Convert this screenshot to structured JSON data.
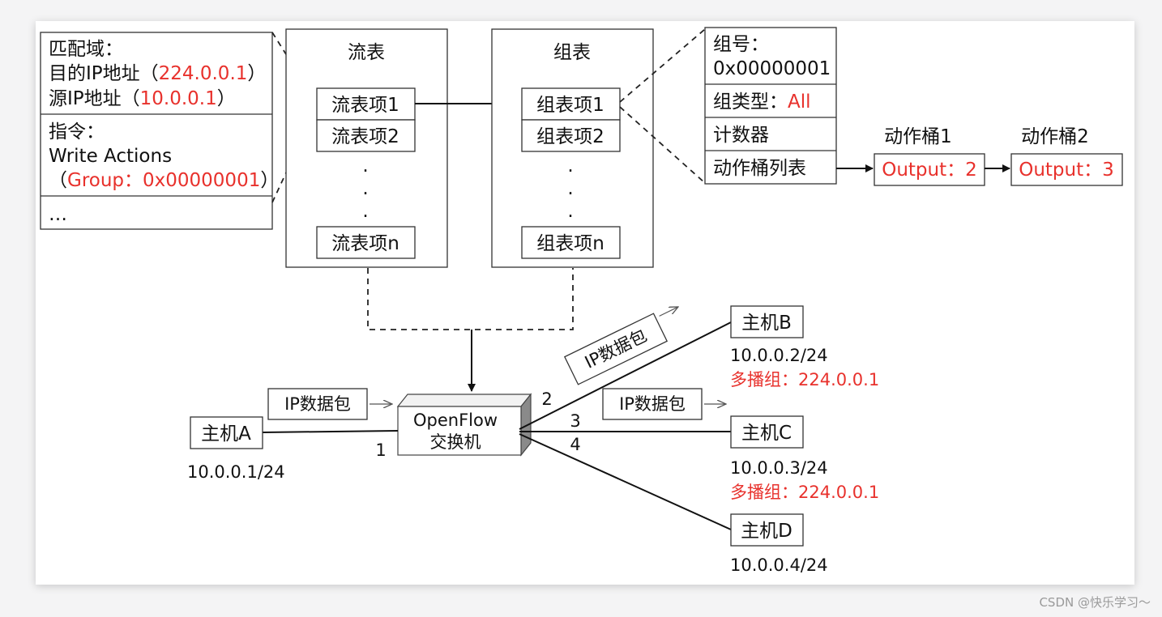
{
  "match_box": {
    "match_label": "匹配域：",
    "dst_ip_label": "目的IP地址（",
    "dst_ip_value": "224.0.0.1",
    "dst_ip_close": "）",
    "src_ip_label": "源IP地址（",
    "src_ip_value": "10.0.0.1",
    "src_ip_close": "）",
    "instr_label": "指令：",
    "write_actions": "Write Actions",
    "group_open": "（",
    "group_value": "Group：0x00000001",
    "group_close": "）",
    "ellipsis": "…"
  },
  "flow_table": {
    "title": "流表",
    "entry1": "流表项1",
    "entry2": "流表项2",
    "entryn": "流表项n",
    "dots": "."
  },
  "group_table": {
    "title": "组表",
    "entry1": "组表项1",
    "entry2": "组表项2",
    "entryn": "组表项n",
    "dots": "."
  },
  "group_detail": {
    "group_no_label": "组号：",
    "group_no_value": "0x00000001",
    "group_type_label": "组类型：",
    "group_type_value": "All",
    "counter": "计数器",
    "bucket_list": "动作桶列表"
  },
  "buckets": {
    "bucket1_title": "动作桶1",
    "bucket1_value": "Output：2",
    "bucket2_title": "动作桶2",
    "bucket2_value": "Output：3"
  },
  "switch": {
    "line1": "OpenFlow",
    "line2": "交换机",
    "port1": "1",
    "port2": "2",
    "port3": "3",
    "port4": "4"
  },
  "packet_label": "IP数据包",
  "hosts": {
    "a_name": "主机A",
    "a_ip": "10.0.0.1/24",
    "b_name": "主机B",
    "b_ip": "10.0.0.2/24",
    "b_group": "多播组：224.0.0.1",
    "c_name": "主机C",
    "c_ip": "10.0.0.3/24",
    "c_group": "多播组：224.0.0.1",
    "d_name": "主机D",
    "d_ip": "10.0.0.4/24"
  },
  "watermark": "CSDN @快乐学习～",
  "colors": {
    "highlight": "#e8312c",
    "line": "#111111"
  }
}
